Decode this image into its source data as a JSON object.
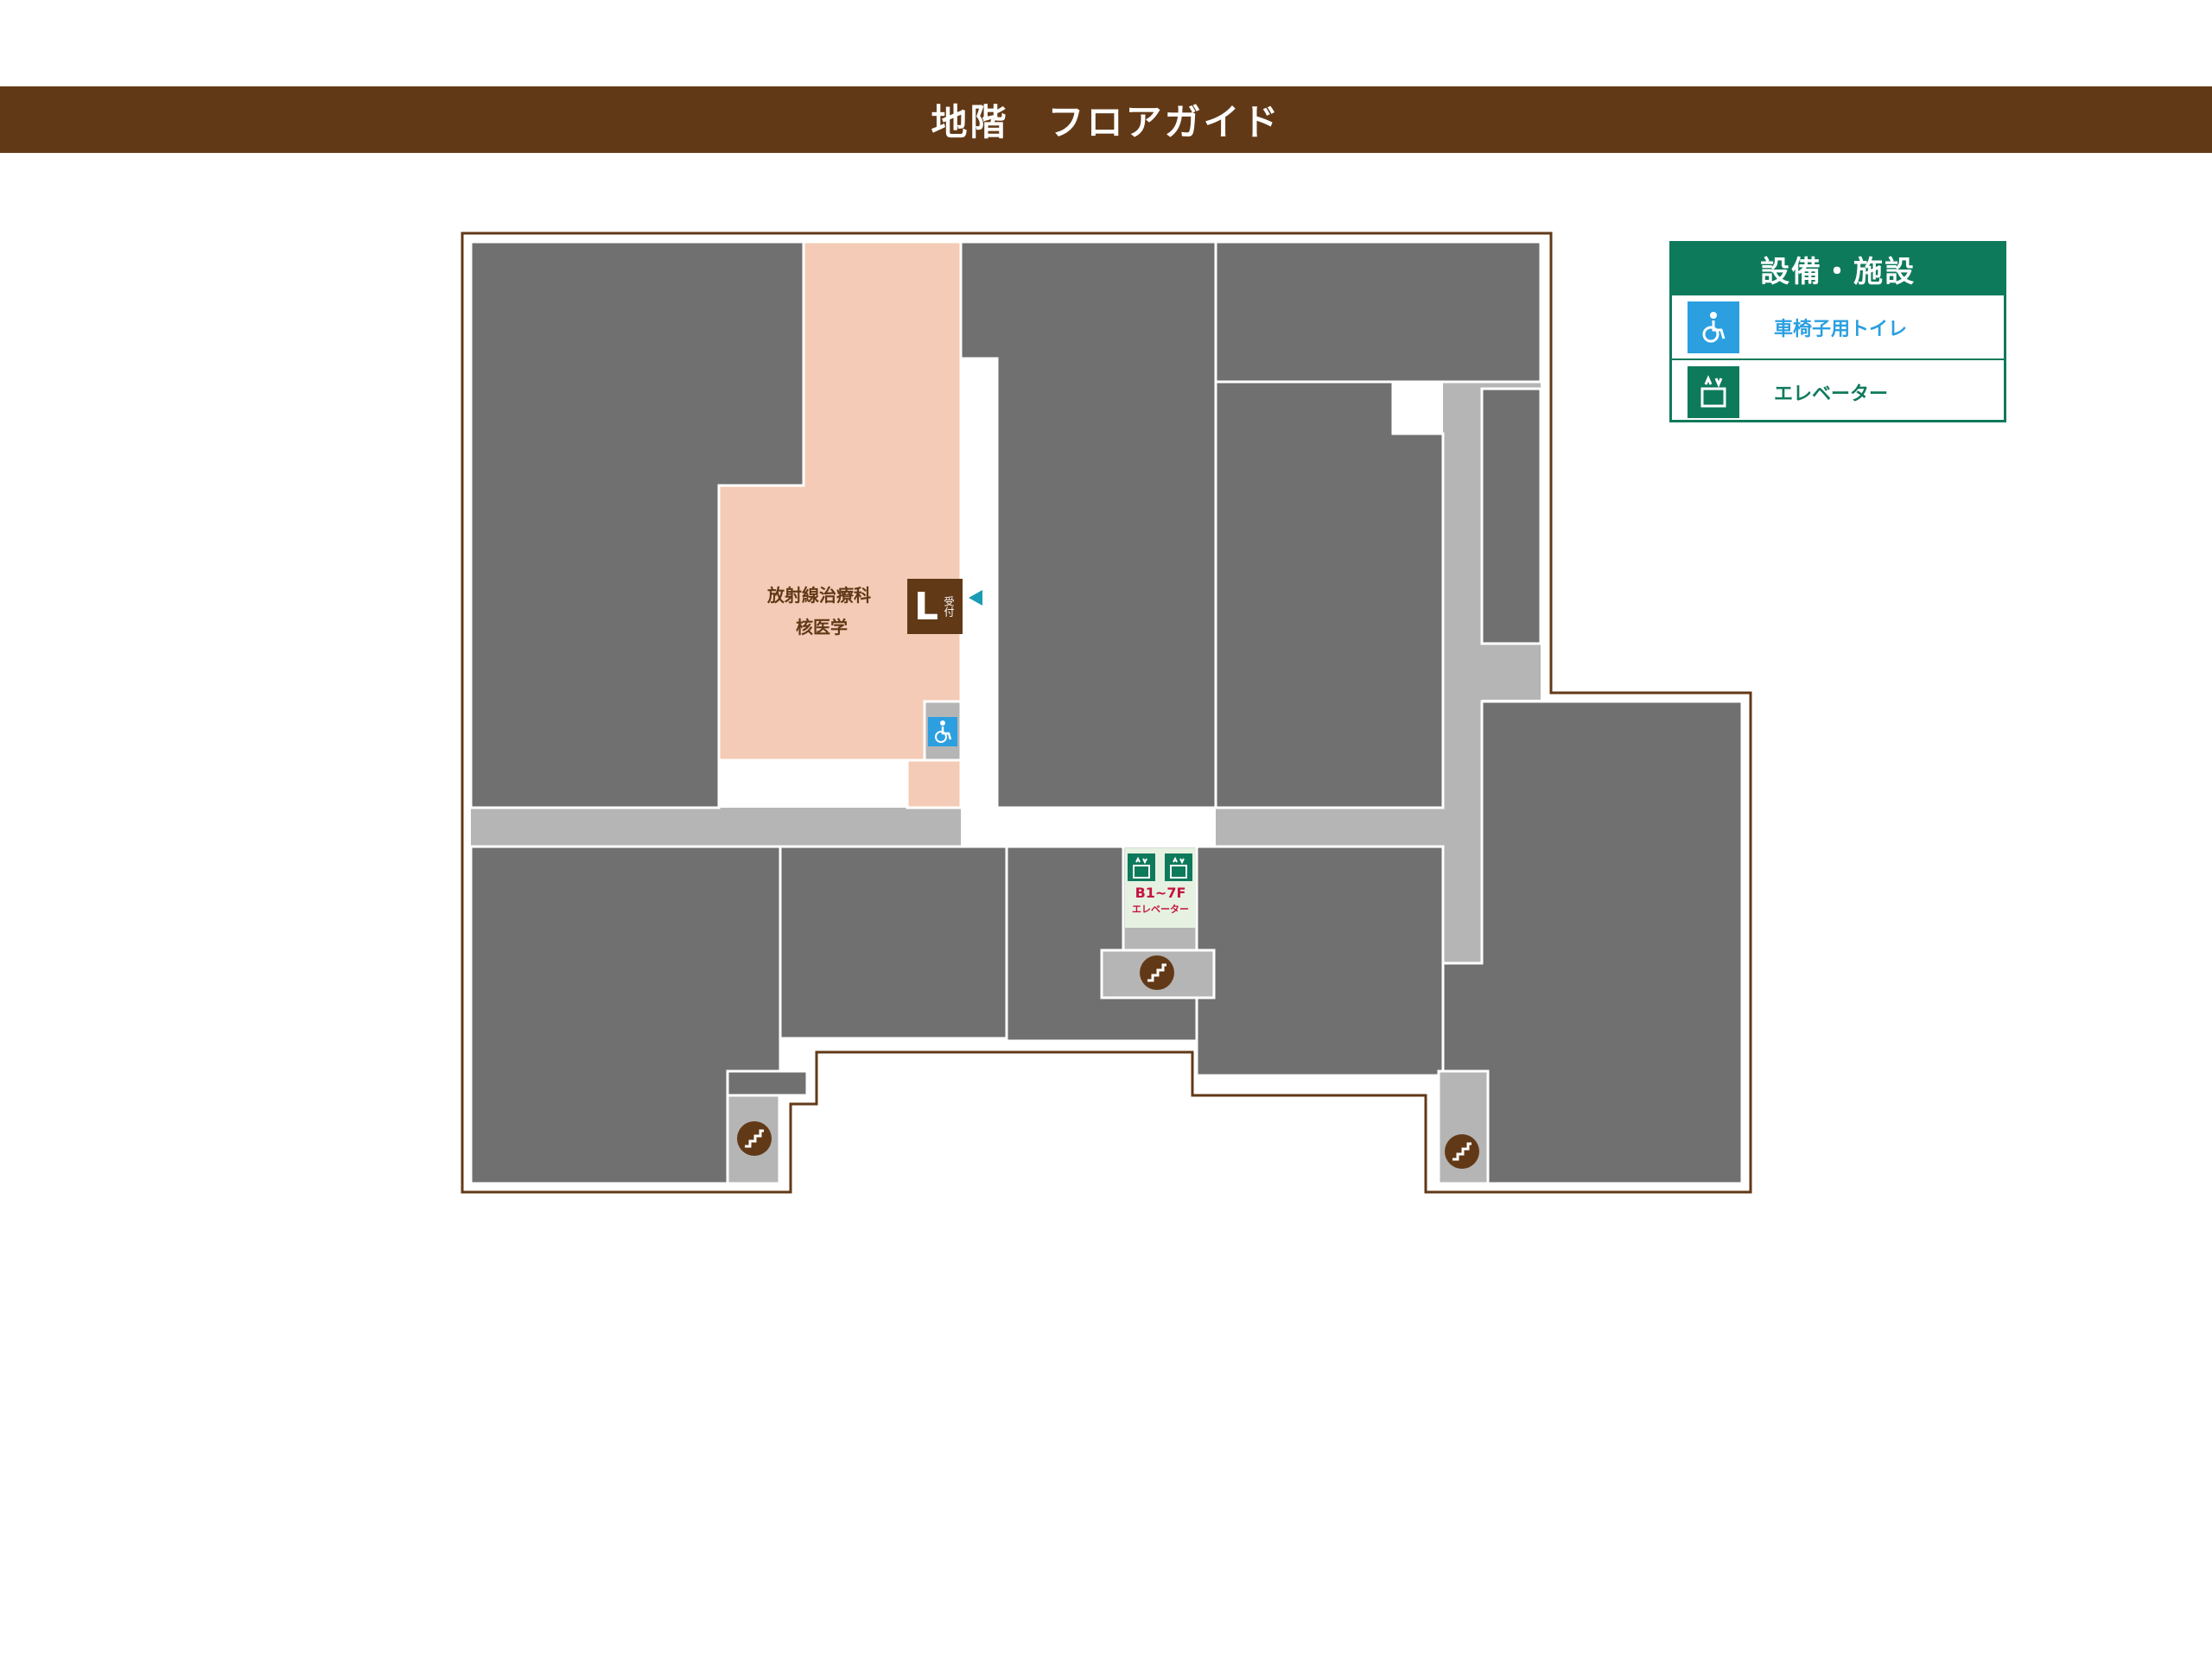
{
  "header": {
    "title": "地階　フロアガイド"
  },
  "legend": {
    "title": "設備・施設",
    "items": [
      {
        "label": "車椅子用トイレ",
        "icon": "wheelchair-icon",
        "color": "#2b9fe0"
      },
      {
        "label": "エレベーター",
        "icon": "elevator-icon",
        "color": "#0e7a5c"
      }
    ]
  },
  "map": {
    "department_line1": "放射線治療科",
    "department_line2": "核医学",
    "reception_letter": "L",
    "reception_label": "受付",
    "elevator_range": "B1~7F",
    "elevator_label": "エレベーター",
    "icons": [
      "stairs-icon",
      "wheelchair-toilet-icon",
      "elevator-icon",
      "reception-icon",
      "arrow-icon"
    ]
  },
  "colors": {
    "header_bg": "#623917",
    "room_gray": "#707070",
    "corridor_gray": "#b5b5b5",
    "highlight_room": "#f4cbb6",
    "outline_brown": "#623917",
    "legend_green": "#0e7a5c",
    "wheelchair_blue": "#2b9fe0",
    "elevator_red": "#c4143f",
    "arrow_teal": "#1b9bb5"
  }
}
